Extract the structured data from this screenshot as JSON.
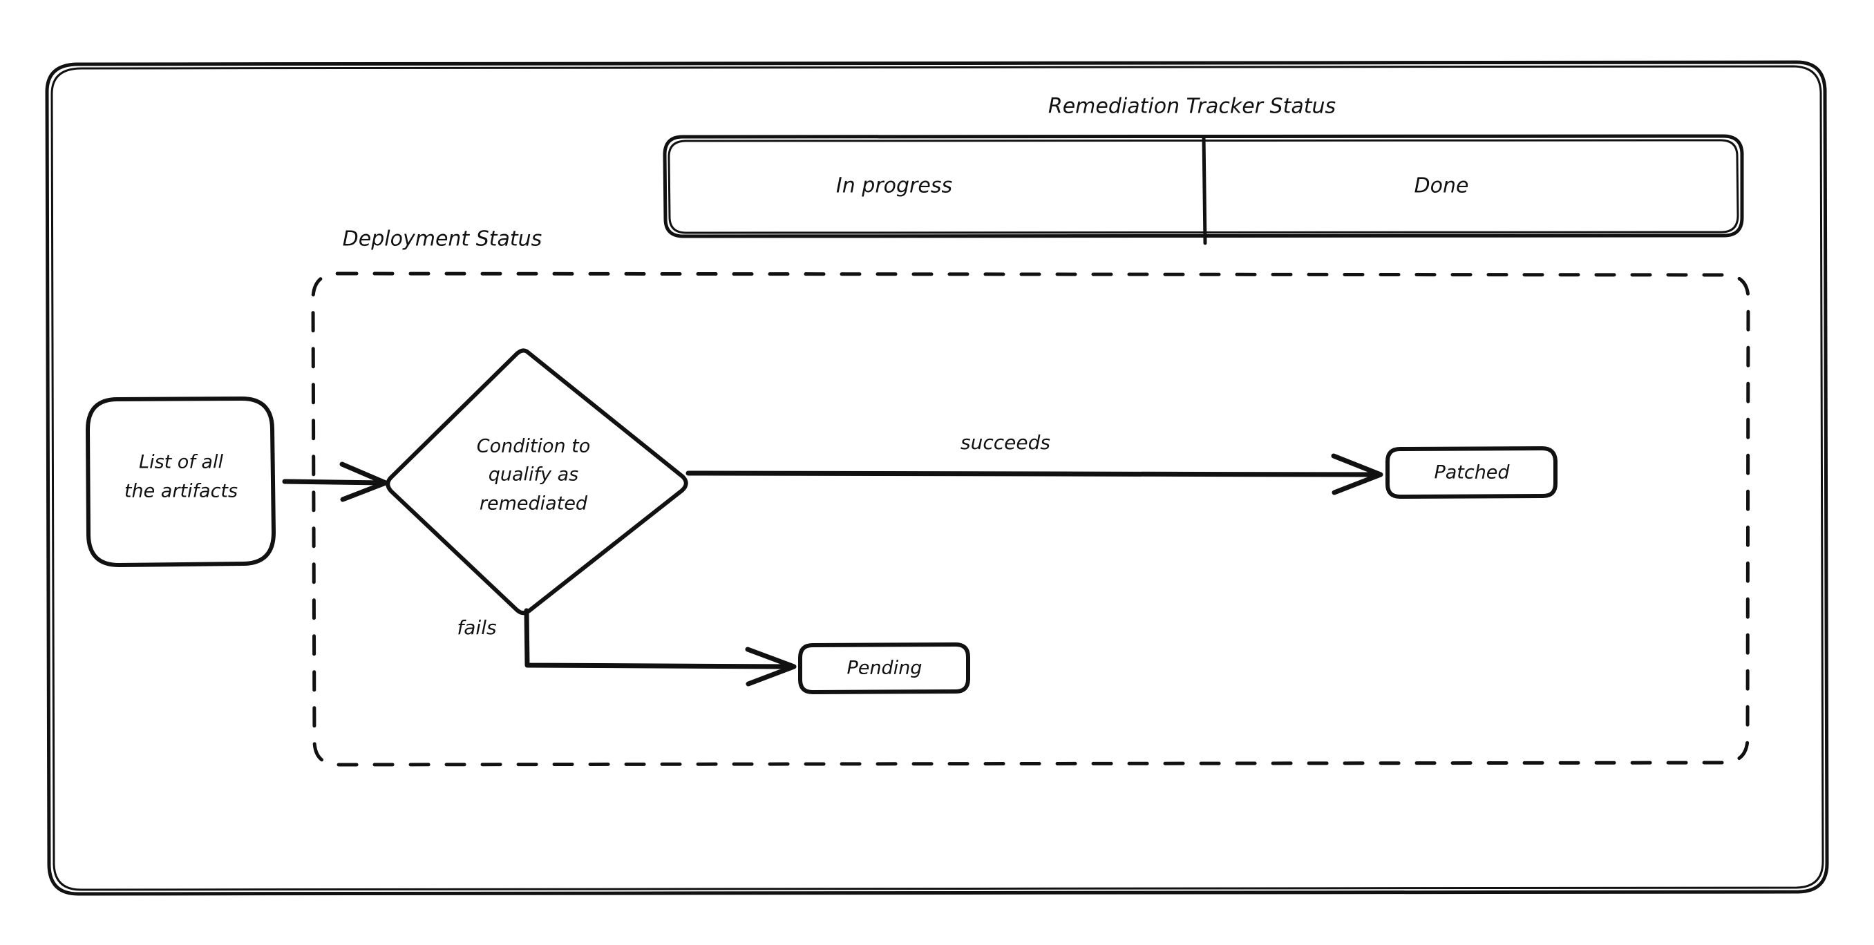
{
  "diagram": {
    "type": "flowchart",
    "background": "#ffffff",
    "stroke_color": "#111111",
    "title_group": {
      "label": "Remediation Tracker Status"
    },
    "swimlane": {
      "name": "remediation-tracker-status",
      "lanes": [
        {
          "label": "In progress"
        },
        {
          "label": "Done"
        }
      ]
    },
    "group_box": {
      "label": "Deployment Status",
      "style": "dashed"
    },
    "nodes": [
      {
        "id": "artifacts",
        "label": "List of all\nthe artifacts",
        "shape": "rounded-rect",
        "line1": "List of all",
        "line2": "the artifacts"
      },
      {
        "id": "condition",
        "label": "Condition to qualify as remediated",
        "shape": "diamond",
        "line1": "Condition to",
        "line2": "qualify as",
        "line3": "remediated"
      },
      {
        "id": "patched",
        "label": "Patched",
        "shape": "rounded-rect"
      },
      {
        "id": "pending",
        "label": "Pending",
        "shape": "rounded-rect"
      }
    ],
    "edges": [
      {
        "from": "artifacts",
        "to": "condition",
        "label": ""
      },
      {
        "from": "condition",
        "to": "patched",
        "label": "succeeds"
      },
      {
        "from": "condition",
        "to": "pending",
        "label": "fails"
      }
    ]
  }
}
